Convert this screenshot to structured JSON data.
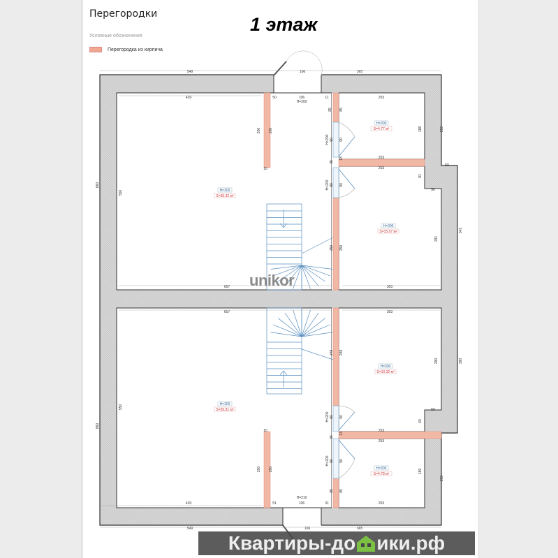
{
  "header": {
    "title": "Перегородки",
    "floor": "1 этаж",
    "legend_heading": "Условные обозначения",
    "legend_item": "Перегородка из кирпича"
  },
  "colors": {
    "wall": "#d4d4d4",
    "partition": "#f2b8a6",
    "stairs": "#5a8fc0",
    "banner": "#464646",
    "logo_green": "#7cc144"
  },
  "rooms": [
    {
      "h": "H=300",
      "s": "S=35.92 м²"
    },
    {
      "h": "H=300",
      "s": "S=4.77 м²"
    },
    {
      "h": "H=300",
      "s": "S=15.07 м²"
    },
    {
      "h": "H=300",
      "s": "S=35.81 м²"
    },
    {
      "h": "H=300",
      "s": "S=10.32 м²"
    },
    {
      "h": "H=300",
      "s": "S=4.78 м²"
    }
  ],
  "dimensions": [
    "549",
    "106",
    "365",
    "439",
    "50",
    "106",
    "H=200",
    "11",
    "85",
    "85",
    "253",
    "200",
    "200",
    "10",
    "H=200",
    "90",
    "90",
    "35",
    "13",
    "253",
    "253",
    "188",
    "259",
    "50",
    "81",
    "50",
    "341",
    "291",
    "H=200",
    "90",
    "90",
    "250",
    "250",
    "657",
    "303",
    "860",
    "550",
    "657",
    "303",
    "248",
    "248",
    "290",
    "390",
    "50",
    "860",
    "550",
    "10",
    "200",
    "200",
    "H=200",
    "90",
    "90",
    "60",
    "253",
    "253",
    "36",
    "13",
    "H=200",
    "90",
    "90",
    "189",
    "259",
    "439",
    "51",
    "106",
    "H=210",
    "31",
    "85",
    "85",
    "253",
    "549",
    "106",
    "365"
  ],
  "watermarks": {
    "unikor": "unikor",
    "site_prefix": "Квартиры-до",
    "site_suffix": "ики.рф"
  }
}
